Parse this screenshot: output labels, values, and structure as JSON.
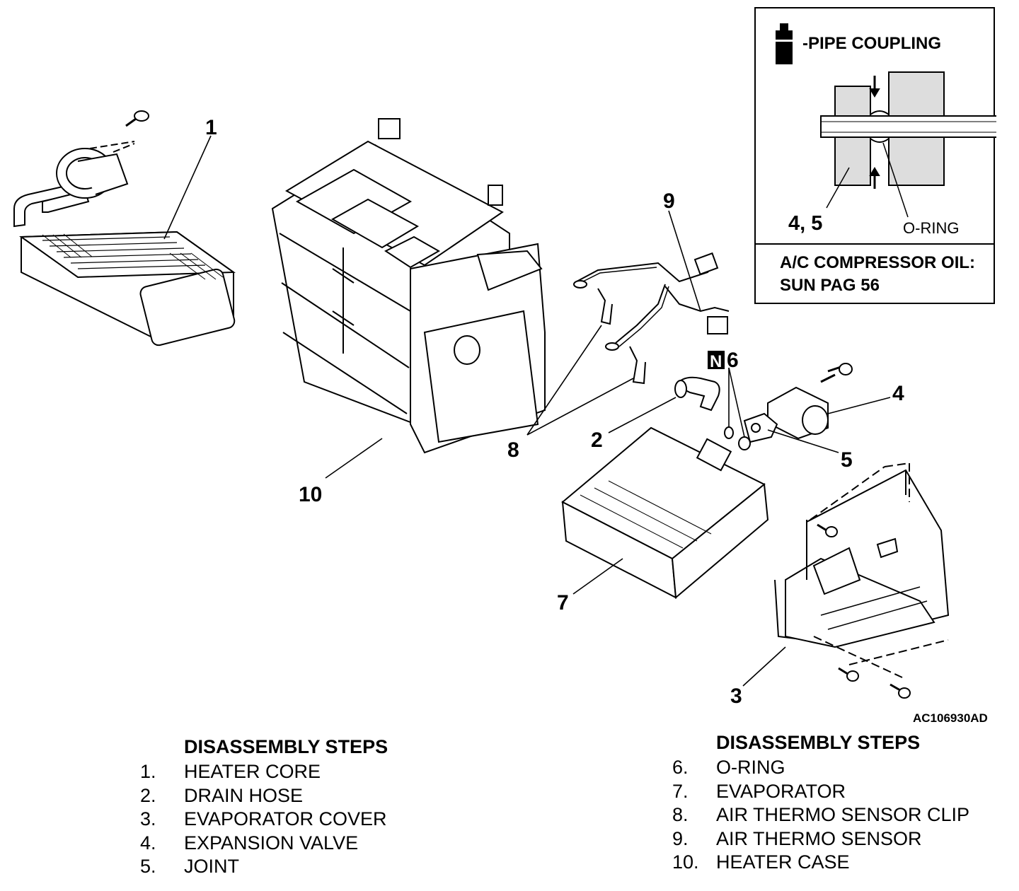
{
  "inset": {
    "coupling_label": "-PIPE COUPLING",
    "part_ref": "4, 5",
    "oring_label": "O-RING",
    "oil_line1": "A/C COMPRESSOR OIL:",
    "oil_line2": "SUN PAG 56"
  },
  "callouts": {
    "c1": "1",
    "c2": "2",
    "c3": "3",
    "c4": "4",
    "c5": "5",
    "c6": "6",
    "c6_badge": "N",
    "c7": "7",
    "c8": "8",
    "c9": "9",
    "c10": "10"
  },
  "figure_id": "AC106930AD",
  "steps_left": {
    "heading": "DISASSEMBLY STEPS",
    "items": [
      {
        "num": "1.",
        "text": "HEATER CORE"
      },
      {
        "num": "2.",
        "text": "DRAIN HOSE"
      },
      {
        "num": "3.",
        "text": "EVAPORATOR COVER"
      },
      {
        "num": "4.",
        "text": "EXPANSION VALVE"
      },
      {
        "num": "5.",
        "text": "JOINT"
      }
    ]
  },
  "steps_right": {
    "heading": "DISASSEMBLY STEPS",
    "items": [
      {
        "num": "6.",
        "text": "O-RING"
      },
      {
        "num": "7.",
        "text": "EVAPORATOR"
      },
      {
        "num": "8.",
        "text": "AIR THERMO SENSOR CLIP"
      },
      {
        "num": "9.",
        "text": "AIR THERMO SENSOR"
      },
      {
        "num": "10.",
        "text": "HEATER CASE"
      }
    ]
  }
}
